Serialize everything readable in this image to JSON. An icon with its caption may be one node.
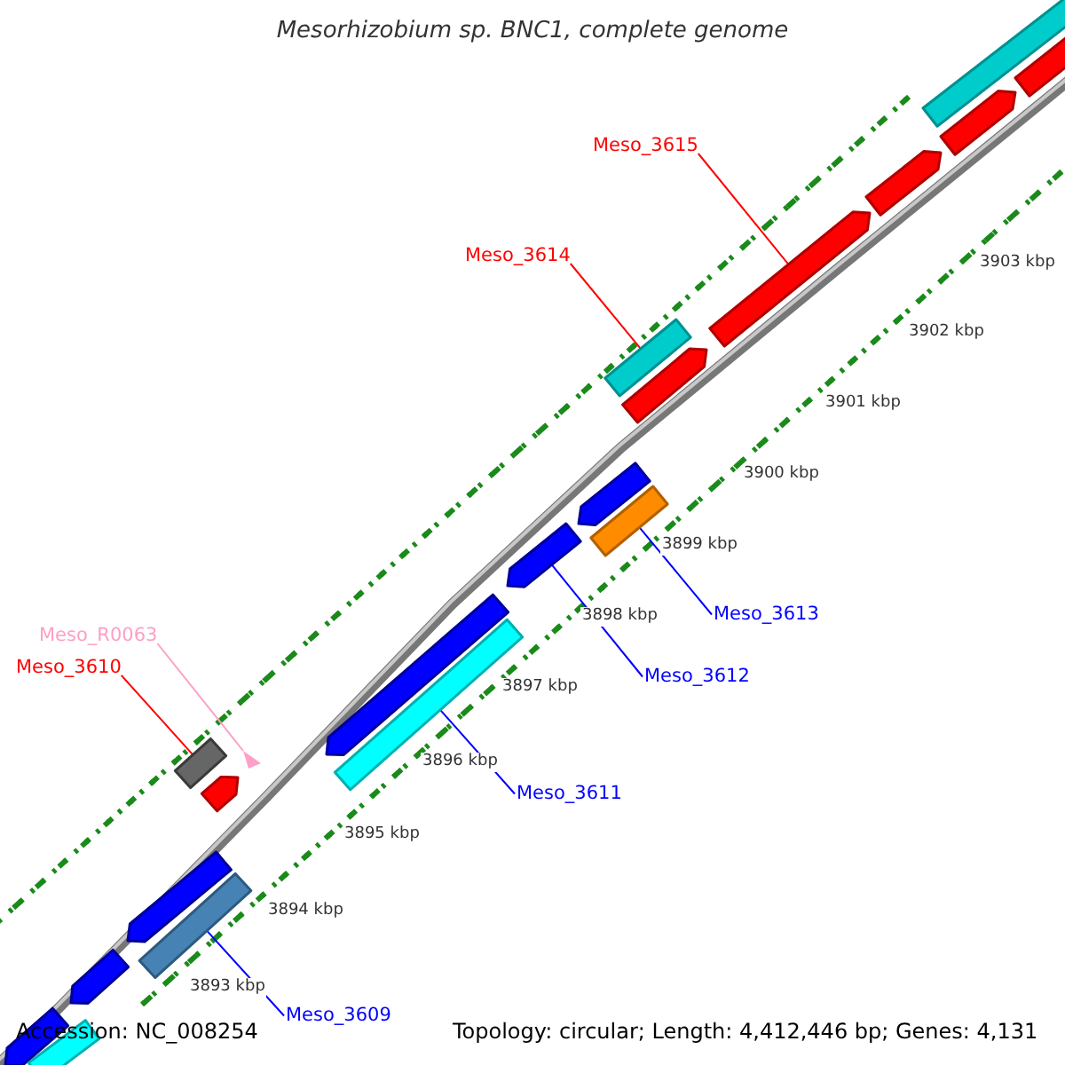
{
  "diagram": {
    "title": "Mesorhizobium sp. BNC1, complete genome",
    "nodes": [
      {
        "text": [
          "Meso_3615"
        ]
      },
      {
        "text": [
          "Meso_3614"
        ]
      },
      {
        "text": [
          "Meso_R0063"
        ]
      },
      {
        "text": [
          "Meso_3610"
        ]
      },
      {
        "text": [
          "Meso_3613"
        ]
      },
      {
        "text": [
          "Meso_3612"
        ]
      },
      {
        "text": [
          "Meso_3611"
        ]
      },
      {
        "text": [
          "Meso_3609"
        ]
      },
      {
        "text": [],
        "shape": "bar"
      },
      {
        "text": [],
        "shape": "bar"
      },
      {
        "text": [],
        "shape": "triangle"
      },
      {
        "text": [],
        "shape": "bar"
      },
      {
        "text": [],
        "shape": "bar"
      },
      {
        "text": [],
        "shape": "bar"
      },
      {
        "text": [],
        "shape": "bar"
      },
      {
        "text": [],
        "shape": "bar"
      },
      {
        "text": [],
        "shape": "bar"
      }
    ],
    "edges": [
      {
        "from": 0,
        "to": 8,
        "arrow": "none",
        "color": "#ff0000"
      },
      {
        "from": 1,
        "to": 9,
        "arrow": "none",
        "color": "#ff0000"
      },
      {
        "from": 2,
        "to": 10,
        "arrow": "none",
        "color": "#ffa0c8"
      },
      {
        "from": 3,
        "to": 11,
        "arrow": "none",
        "color": "#ff0000"
      },
      {
        "from": 4,
        "to": 12,
        "arrow": "none"
      },
      {
        "from": 5,
        "to": 13,
        "arrow": "none"
      },
      {
        "from": 6,
        "to": 14,
        "arrow": "none"
      },
      {
        "from": 7,
        "to": 15,
        "arrow": "none"
      }
    ],
    "labels": [
      "3903 kbp",
      "3902 kbp",
      "3901 kbp",
      "3900 kbp",
      "3899 kbp",
      "3898 kbp",
      "3897 kbp",
      "3896 kbp",
      "3895 kbp",
      "3894 kbp",
      "3893 kbp",
      "Accession: NC_008254",
      "Topology: circular; Length: 4,412,446 bp; Genes: 4,131"
    ]
  }
}
